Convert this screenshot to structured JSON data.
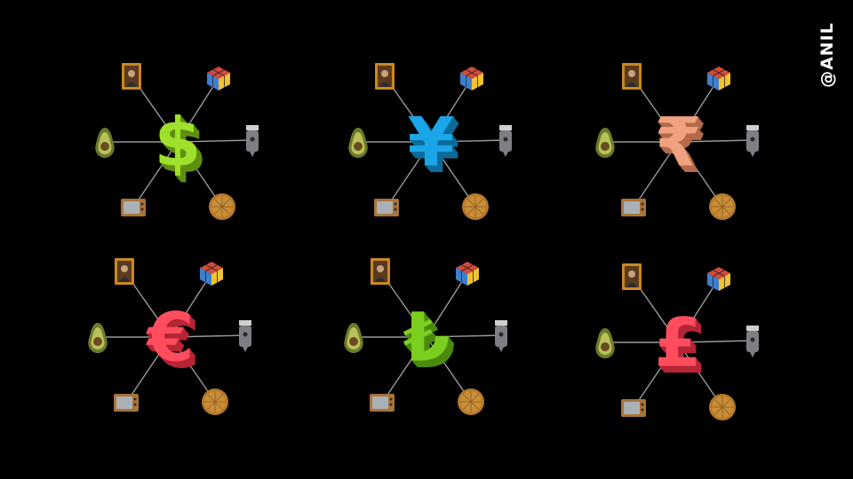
{
  "watermark": "@ANIL",
  "items": {
    "portrait": "framed-portrait-icon",
    "cube": "puzzle-cube-icon",
    "avocado": "avocado-icon",
    "grinder": "hair-clipper-icon",
    "tv": "television-icon",
    "pizza": "pizza-icon"
  },
  "colors": {
    "background": "#000000",
    "link": "#9a9a9a",
    "dollar": "#9fe02a",
    "yen": "#1aa6e8",
    "rupee": "#f0a27e",
    "euro": "#ff4d5e",
    "lira": "#7ccf1e",
    "pound": "#ff4d5e"
  },
  "clusters": [
    {
      "id": "dollar",
      "symbol": "$",
      "color": "#9fe02a",
      "shade": "#5e8f12"
    },
    {
      "id": "yen",
      "symbol": "¥",
      "color": "#1aa6e8",
      "shade": "#0d6a99"
    },
    {
      "id": "rupee",
      "symbol": "₹",
      "color": "#f0a27e",
      "shade": "#b46a4b"
    },
    {
      "id": "euro",
      "symbol": "€",
      "color": "#ff4d5e",
      "shade": "#b52535"
    },
    {
      "id": "lira",
      "symbol": "₺",
      "color": "#7ccf1e",
      "shade": "#4a8a0d"
    },
    {
      "id": "pound",
      "symbol": "£",
      "color": "#ff4d5e",
      "shade": "#b52535"
    }
  ]
}
